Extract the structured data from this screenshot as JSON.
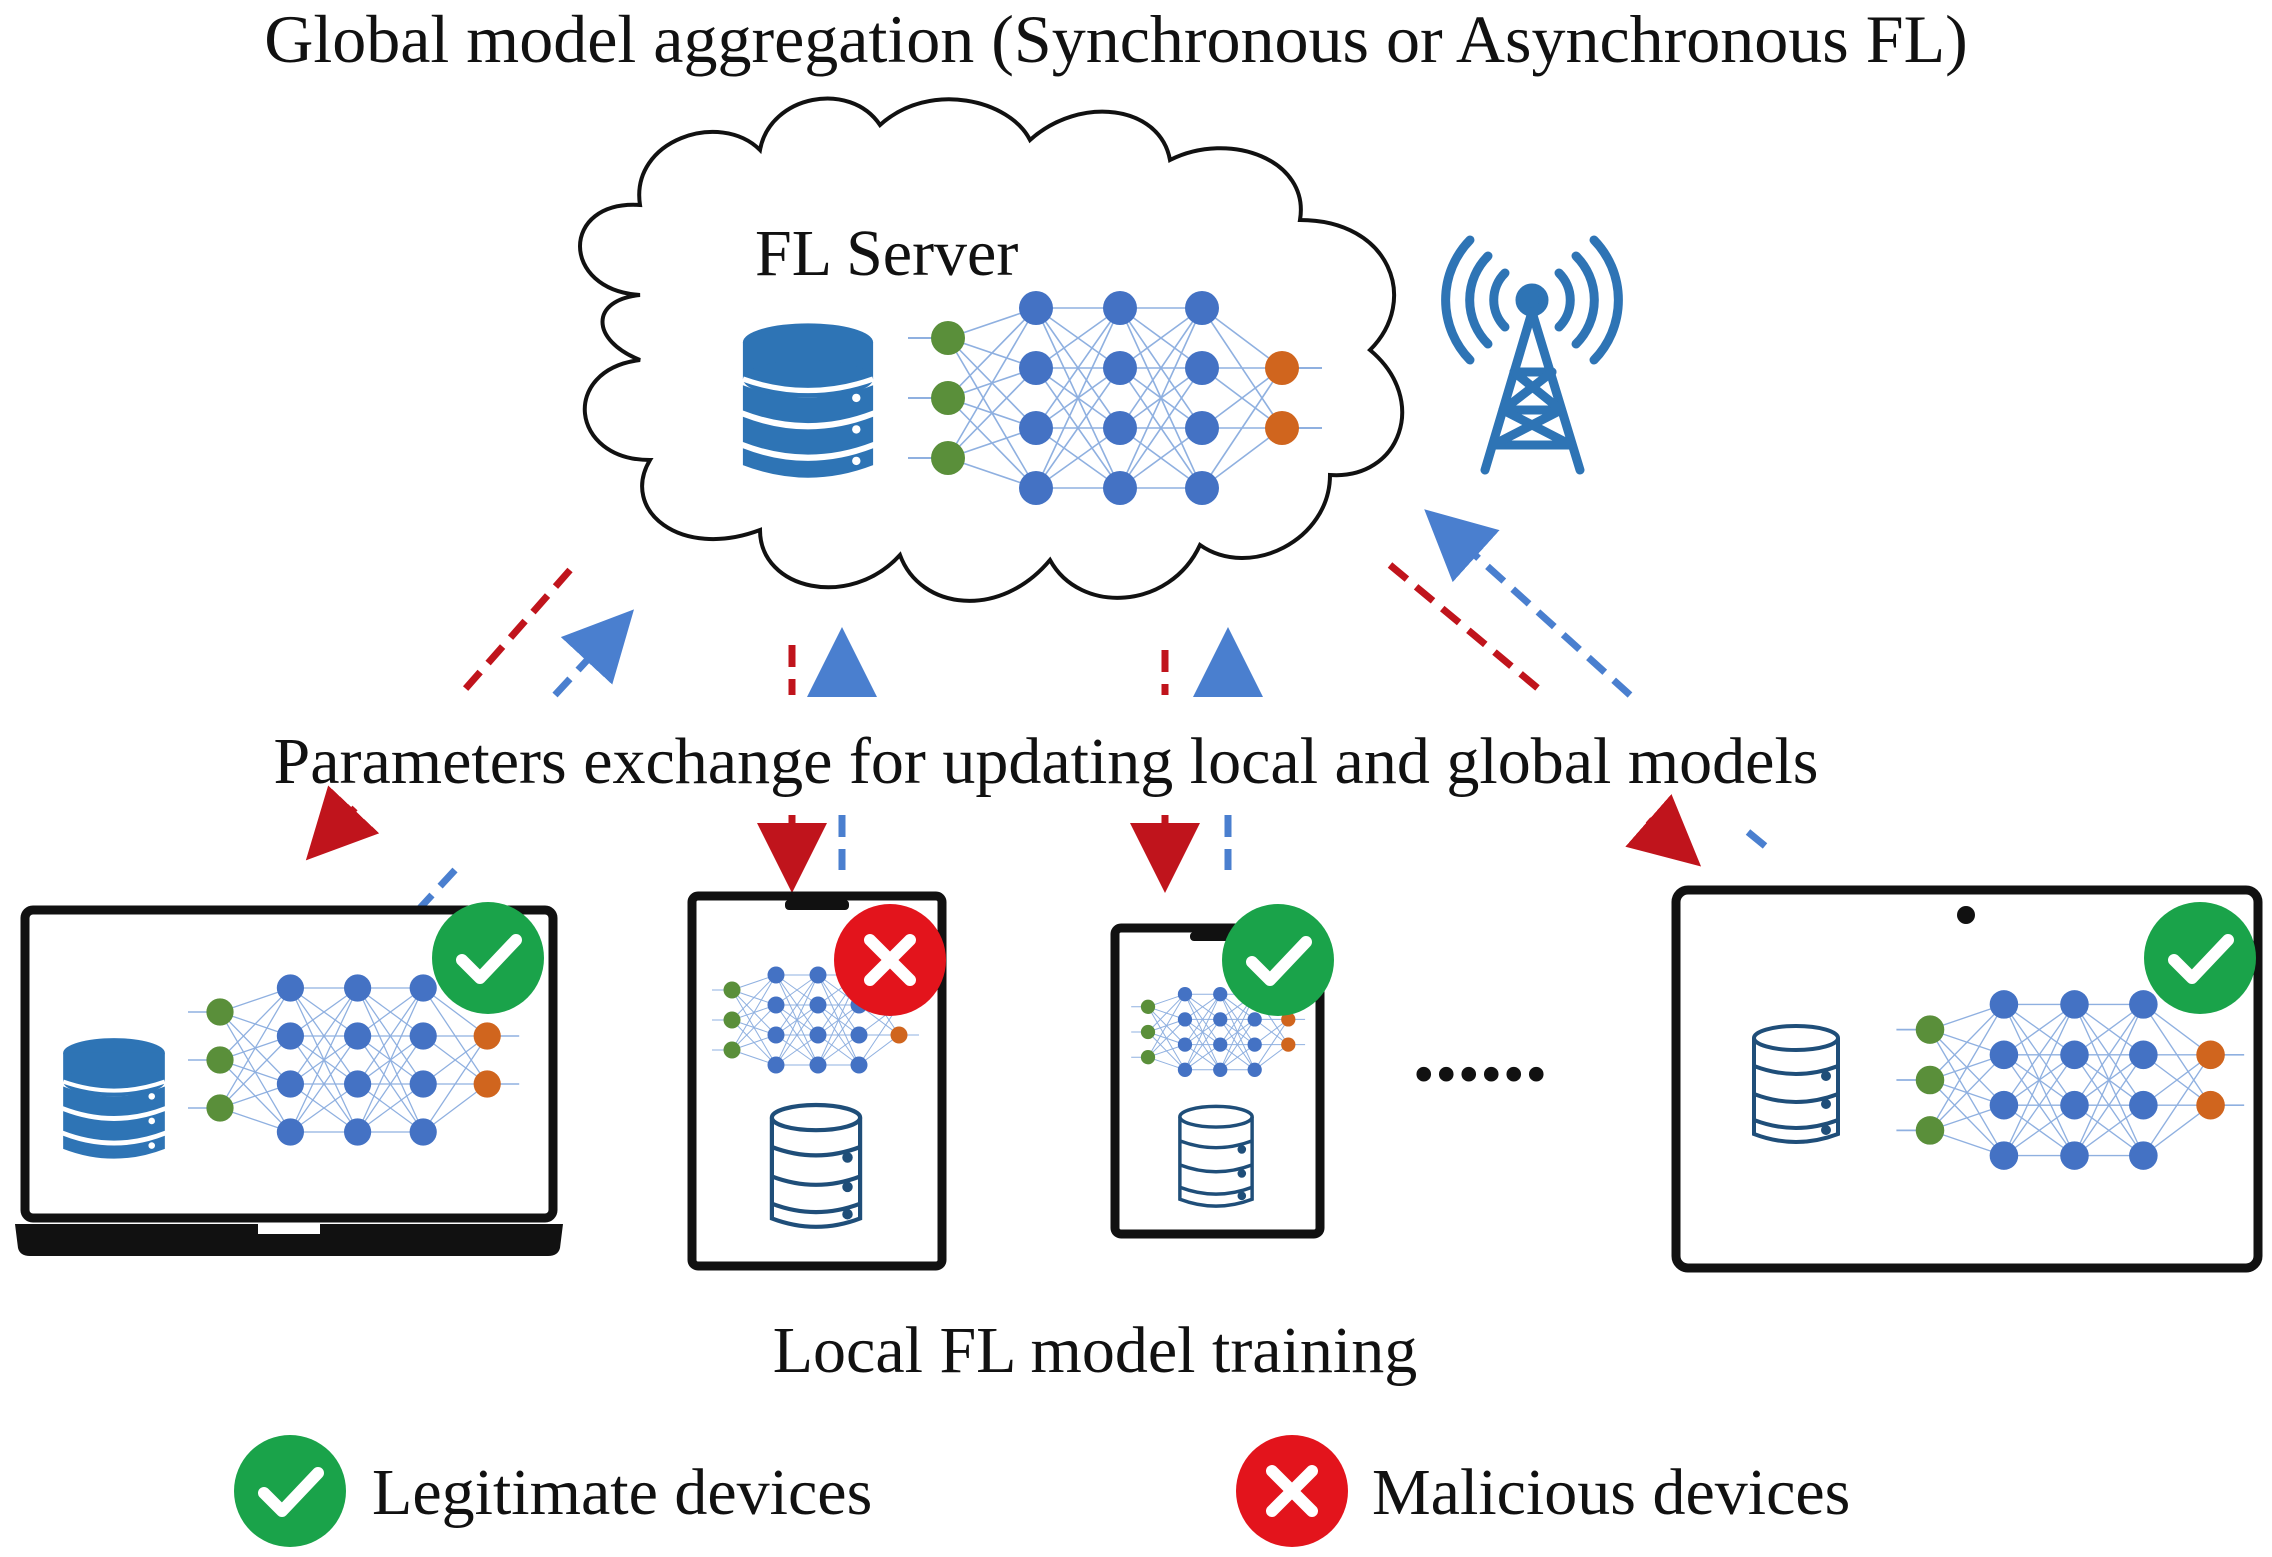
{
  "title": "Global model aggregation (Synchronous or Asynchronous FL)",
  "server_label": "FL Server",
  "exchange_label": "Parameters exchange for updating local and global models",
  "local_label": "Local FL model training",
  "ellipsis": "......",
  "legend": {
    "legitimate": "Legitimate devices",
    "malicious": "Malicious devices"
  },
  "devices": [
    {
      "type": "laptop",
      "status": "legitimate"
    },
    {
      "type": "phone",
      "status": "malicious"
    },
    {
      "type": "phone",
      "status": "legitimate"
    },
    {
      "type": "tablet",
      "status": "legitimate"
    }
  ],
  "colors": {
    "legitimate": "#1aa34a",
    "malicious": "#e3141c",
    "downlink_arrow": "#c0141c",
    "uplink_arrow": "#4a7fcf",
    "node_blue": "#4472c4",
    "node_green": "#5a8f3a",
    "node_orange": "#d0651e",
    "database": "#2e74b5",
    "tower": "#2e74b5"
  },
  "icons": {
    "legitimate": "check-circle-icon",
    "malicious": "x-circle-icon",
    "database": "database-icon",
    "tower": "antenna-tower-icon"
  }
}
